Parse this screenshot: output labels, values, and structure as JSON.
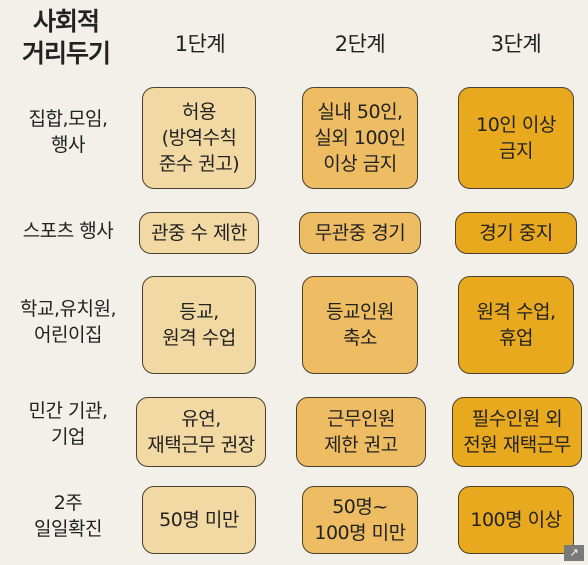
{
  "title": "사회적\n거리두기",
  "columns": [
    "1단계",
    "2단계",
    "3단계"
  ],
  "rows": [
    {
      "label": "집합,모임,\n행사",
      "cells": [
        "허용\n(방역수칙\n준수 권고)",
        "실내 50인,\n실외 100인\n이상 금지",
        "10인 이상\n금지"
      ]
    },
    {
      "label": "스포츠 행사",
      "cells": [
        "관중 수 제한",
        "무관중 경기",
        "경기 중지"
      ]
    },
    {
      "label": "학교,유치원,\n어린이집",
      "cells": [
        "등교,\n원격 수업",
        "등교인원\n축소",
        "원격 수업,\n휴업"
      ]
    },
    {
      "label": "민간 기관,\n기업",
      "cells": [
        "유연,\n재택근무 권장",
        "근무인원\n제한 권고",
        "필수인원 외\n전원 재택근무"
      ]
    },
    {
      "label": "2주\n일일확진",
      "cells": [
        "50명 미만",
        "50명~\n100명 미만",
        "100명 이상"
      ]
    }
  ],
  "colors": {
    "stage1": "#f2d9a4",
    "stage2": "#eebc62",
    "stage3": "#e8a91f",
    "background": "#f3f0e9"
  },
  "corner_icon": "expand-icon"
}
